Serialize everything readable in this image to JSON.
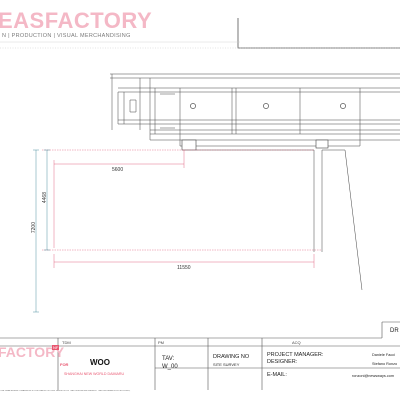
{
  "header": {
    "brand": "EASFACTORY",
    "tagline": "N | PRODUCTION | VISUAL MERCHANDISING"
  },
  "dimensions": {
    "width_upper": "5600",
    "width_lower": "11550",
    "height_inner": "4468",
    "height_outer": "7200"
  },
  "title_block": {
    "logo": "FACTORY",
    "logo_badge": "NF",
    "for_label": "FOR",
    "col_tdm": "TDM",
    "col_pm": "PM",
    "col_acq": "ACQ",
    "client": "WOO",
    "client_sub": "SHANGHAI NEW WORLD DAIMARU",
    "tav_label": "TAV:",
    "tav_value": "W_00",
    "drawing_no_label": "DRAWING NO",
    "drawing_no_value": "SITE SURVEY",
    "pm_label": "PROJECT MANAGER:",
    "designer_label": "DESIGNER:",
    "email_label": "E-MAIL:",
    "pm_value": "Daniele Facci",
    "designer_value": "Stefano Ronzo",
    "email_value": "ronzoni@newsways.com",
    "dr_label": "DR"
  },
  "footer": {
    "note": "THE DEALERSHIP DRAWINGS ILLUSTRATED IN THIS VERSION OF THE DESIGN REPRESENT THE INFORMATION PROVIDED, "
  },
  "colors": {
    "brand_pink": "#f4b8c6",
    "accent": "#e8556f",
    "dimension_line": "#d94a6a",
    "dimension_vertical": "#2a7a8a"
  }
}
